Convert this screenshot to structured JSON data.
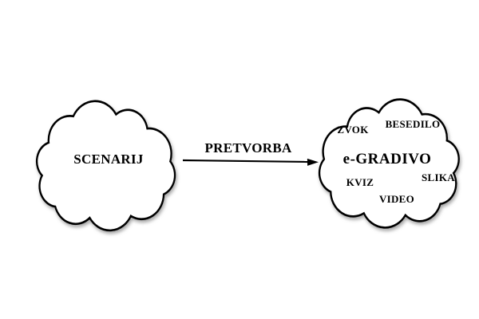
{
  "diagram": {
    "source_cloud": {
      "label": "SCENARIJ"
    },
    "arrow": {
      "label": "PRETVORBA"
    },
    "target_cloud": {
      "label": "e-GRADIVO",
      "elements": [
        {
          "label": "ZVOK"
        },
        {
          "label": "BESEDILO"
        },
        {
          "label": "KVIZ"
        },
        {
          "label": "VIDEO"
        },
        {
          "label": "SLIKA"
        }
      ]
    },
    "colors": {
      "outline": "#000000",
      "fill": "#ffffff",
      "shadow": "#8c8c8c",
      "text": "#000000",
      "background": "#ffffff"
    }
  }
}
